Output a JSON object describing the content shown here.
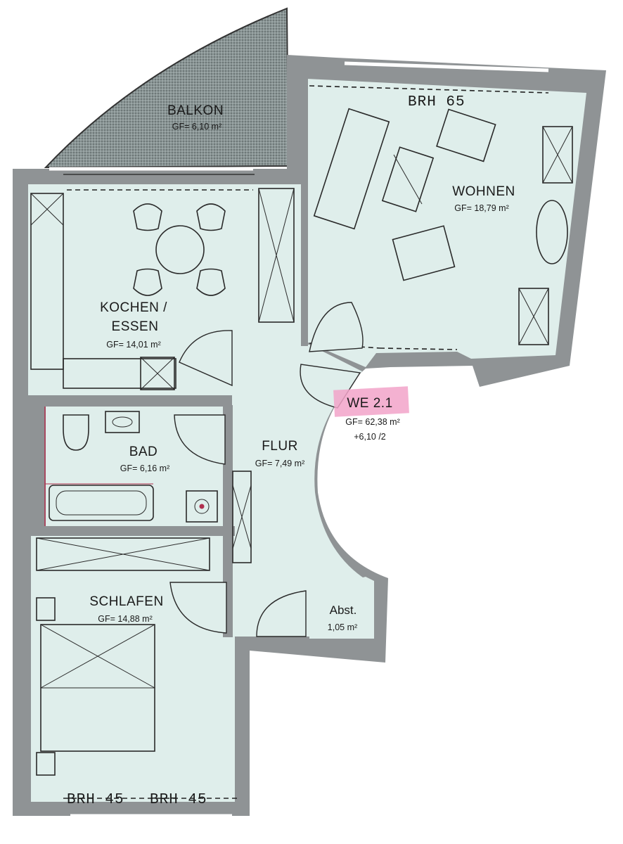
{
  "unit": {
    "label": "WE 2.1",
    "area": "GF= 62,38 m²",
    "extra": "+6,10 /2",
    "highlight_color": "#f2a3c9"
  },
  "rooms": {
    "balkon": {
      "name": "BALKON",
      "area": "GF= 6,10 m²"
    },
    "wohnen": {
      "name": "WOHNEN",
      "area": "GF= 18,79 m²"
    },
    "kochen": {
      "name_line1": "KOCHEN /",
      "name_line2": "ESSEN",
      "area": "GF= 14,01 m²"
    },
    "bad": {
      "name": "BAD",
      "area": "GF= 6,16 m²"
    },
    "flur": {
      "name": "FLUR",
      "area": "GF= 7,49 m²"
    },
    "schlafen": {
      "name": "SCHLAFEN",
      "area": "GF= 14,88 m²"
    },
    "abst": {
      "name": "Abst.",
      "area": "1,05 m²"
    }
  },
  "window_heights": {
    "wohnen": "BRH  65",
    "schlafen_left": "BRH  45",
    "schlafen_right": "BRH  45"
  },
  "colors": {
    "floor": "#dfeeeb",
    "wall": "#8f9395",
    "balcony": "#7f8a8a"
  }
}
